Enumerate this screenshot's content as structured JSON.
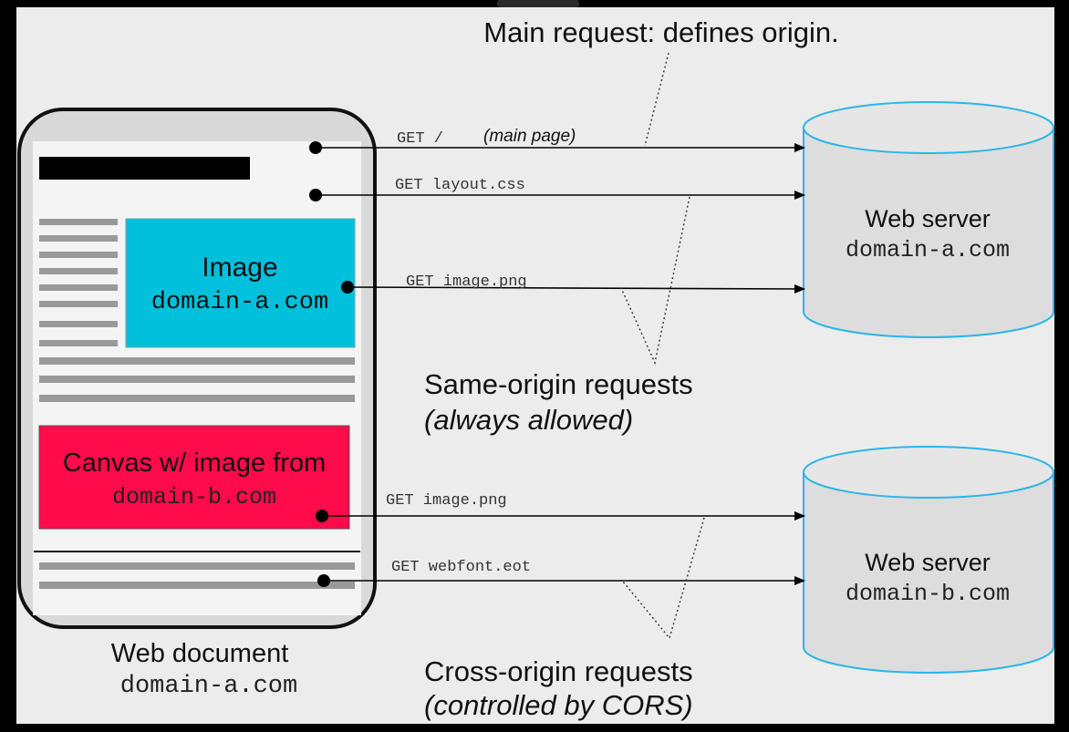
{
  "annotations": {
    "main_request": "Main request: defines origin.",
    "same_origin_title": "Same-origin requests",
    "same_origin_note": "(always allowed)",
    "cross_origin_title": "Cross-origin requests",
    "cross_origin_note": "(controlled by CORS)"
  },
  "document": {
    "label": "Web document",
    "domain": "domain-a.com",
    "image_title": "Image",
    "image_domain": "domain-a.com",
    "canvas_title": "Canvas w/ image from",
    "canvas_domain": "domain-b.com"
  },
  "requests": {
    "main_get": "GET /",
    "main_note": "(main page)",
    "layout": "GET layout.css",
    "image_a": "GET image.png",
    "image_b": "GET image.png",
    "webfont": "GET webfont.eot"
  },
  "servers": {
    "a_title": "Web server",
    "a_domain": "domain-a.com",
    "b_title": "Web server",
    "b_domain": "domain-b.com"
  },
  "colors": {
    "background": "#ececec",
    "image_block": "#00c0dc",
    "canvas_block": "#ff0a4a",
    "server_border": "#2ab6e6",
    "server_fill": "#dddddd"
  }
}
